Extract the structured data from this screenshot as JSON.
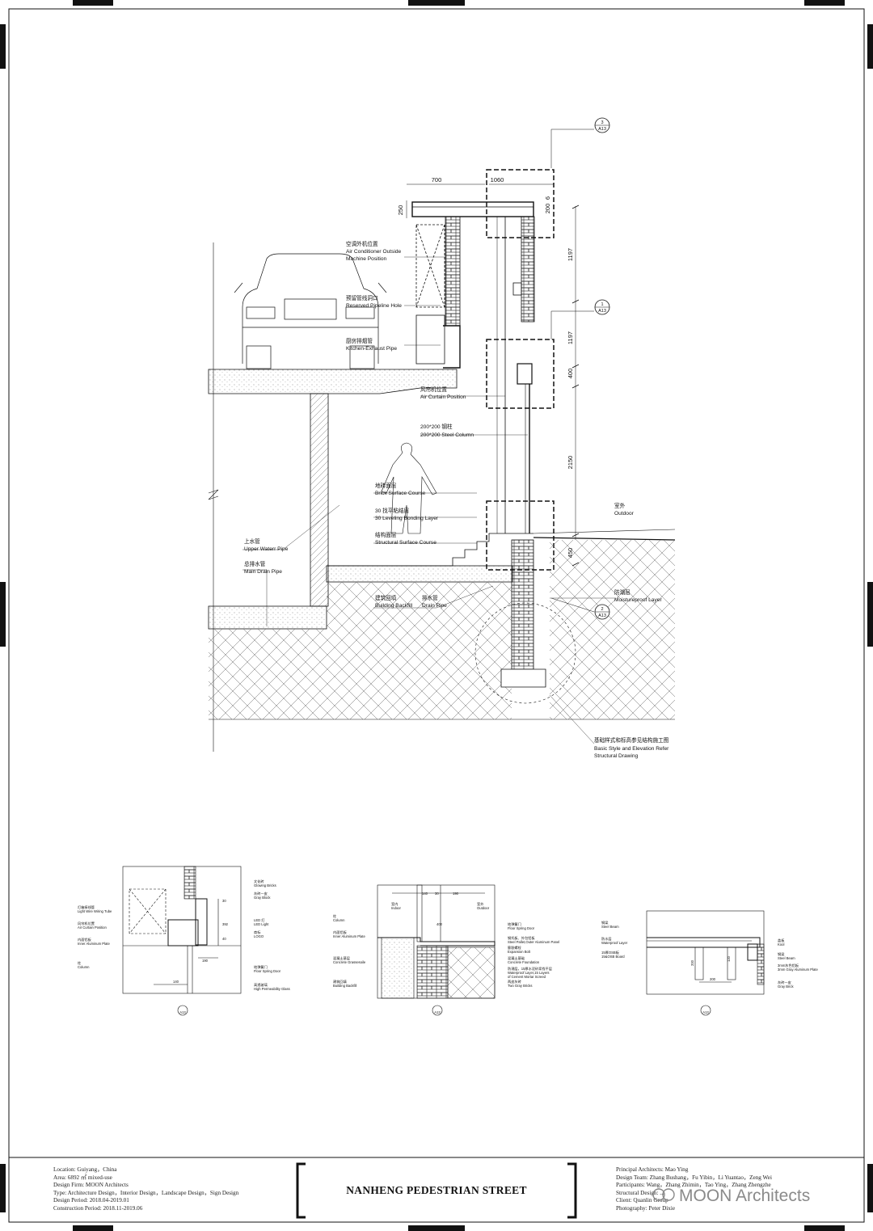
{
  "main_section": {
    "dims": {
      "d700": "700",
      "d1060": "1060",
      "d250": "250",
      "d200": "200",
      "d6": "6",
      "d1197a": "1197",
      "d1197b": "1197",
      "d400": "400",
      "d2150": "2150",
      "d450": "450"
    },
    "callouts": [
      {
        "num": "3",
        "ref": "A13"
      },
      {
        "num": "1",
        "ref": "A13"
      },
      {
        "num": "2",
        "ref": "A13"
      }
    ],
    "labels": {
      "ac_cn": "空调外机位置",
      "ac_en1": "Air Conditioner Outside",
      "ac_en2": "Machine Position",
      "pipe_hole_cn": "预留管线洞口",
      "pipe_hole_en": "Reserved Pipeline Hole",
      "kitchen_cn": "厨房排烟管",
      "kitchen_en": "Kitchen-Exhaust Pipe",
      "curtain_cn": "风帘机位置",
      "curtain_en": "Air Curtain Position",
      "column_cn": "200*200  钢柱",
      "column_en": "200*200 Steel Column",
      "brick_cn": "地砖面层",
      "brick_en": "Brick Surface Course",
      "leveling_cn": "30  找平粘结层",
      "leveling_en": "30 Leveling Bonding Layer",
      "structural_cn": "结构面层",
      "structural_en": "Structural Surface Course",
      "upper_pipe_cn": "上水管",
      "upper_pipe_en": "Upper Waterr Pipe",
      "main_drain_cn": "总排水管",
      "main_drain_en": "Main Drain Pipe",
      "backfill_cn": "建筑回填",
      "backfill_en": "Building Backfill",
      "drainpipe_cn": "排水管",
      "drainpipe_en": "Drain Pipe",
      "outdoor_cn": "室外",
      "outdoor_en": "Outdoor",
      "moisture_cn": "防潮层",
      "moisture_en": "Moistureproof Layer",
      "basic_cn": "基础样式和标高参见结构施工图",
      "basic_en1": "Basic Style and Elevation Refer",
      "basic_en2": "Structural Drawing"
    }
  },
  "details": {
    "d1": {
      "right": [
        "文化砖",
        "Glowing Bricks",
        "灰砖一皮",
        "Gray Block",
        "LED 灯",
        "LED Light",
        "商标",
        "LOGO",
        "地弹簧门",
        "Floor Spring Door",
        "高透玻璃",
        "High Permeability Glass"
      ],
      "left": [
        "灯箱接线管",
        "Light Wire Wiring Tube",
        "风帘机位置",
        "Air Curtain Position",
        "内面铝板",
        "Inner Aluminum Plate",
        "柱",
        "Column"
      ],
      "dims": [
        "30",
        "392",
        "40",
        "190",
        "140"
      ],
      "tag": "A13"
    },
    "d2": {
      "top": [
        "室内",
        "Indoor",
        "室外",
        "Outdoor"
      ],
      "dims": [
        "140",
        "30",
        "190",
        "400"
      ],
      "left": [
        "柱",
        "Column",
        "内面铝板",
        "Inner Aluminum Plate",
        "混凝土基层",
        "Concrete Grassesoile",
        "建筑回填",
        "Building Backfill"
      ],
      "right": [
        "地弹簧门",
        "Floor Spring Door",
        "钢托板、外包铝板",
        "Steel Pallet,Outer Aluminum Panel",
        "膨胀螺栓",
        "Expansion Bolt",
        "混凝土基础",
        "Concrete Foundation",
        "防潮层，15厚水泥砂浆找平层",
        "Waterproof Layer,15 Layers",
        "of Cement Mortar Screed",
        "两皮灰砖",
        "Two Gray Bricks"
      ],
      "tag": "A13"
    },
    "d3": {
      "left": [
        "钢梁",
        "Steel Beam",
        "防水层",
        "Waterproof Layer",
        "15厚OSB板",
        "15&OSB Board"
      ],
      "right": [
        "盖板",
        "Kool",
        "钢梁",
        "Steel Beam",
        "3mm灰色铝板",
        "3mm Gray Aluminum Plate",
        "灰砖一皮",
        "Gray Brick"
      ],
      "dims": [
        "200",
        "120",
        "200"
      ],
      "tag": "A13"
    }
  },
  "title_block": {
    "left": [
      "Location: Guiyang，China",
      "Area: 6892 ㎡  mixed-use",
      "Design Firm: MOON Architects",
      "Type: Architecture Design，Interior Design，Landscape Design，Sign Design",
      "Design Period: 2018.04-2019.01",
      "Construction Period: 2018.11-2019.06"
    ],
    "title": "NANHENG PEDESTRIAN STREET",
    "right": [
      "Principal Architects: Mao Ying",
      "Design Team: Zhang Bushang，Fu Yibin，Li Yuantao，Zeng Wei",
      "Participants: Wang，Zhang Zhimin，Tao Ying，Zhang Zhengzhe",
      "Structural Design: ...",
      "Client: Quanlin Group",
      "Photography: Peter Dixie"
    ],
    "watermark": "MOON Architects"
  },
  "colors": {
    "ink": "#111111",
    "hatch": "#555555",
    "paper": "#ffffff",
    "frame_bar": "#111111"
  }
}
